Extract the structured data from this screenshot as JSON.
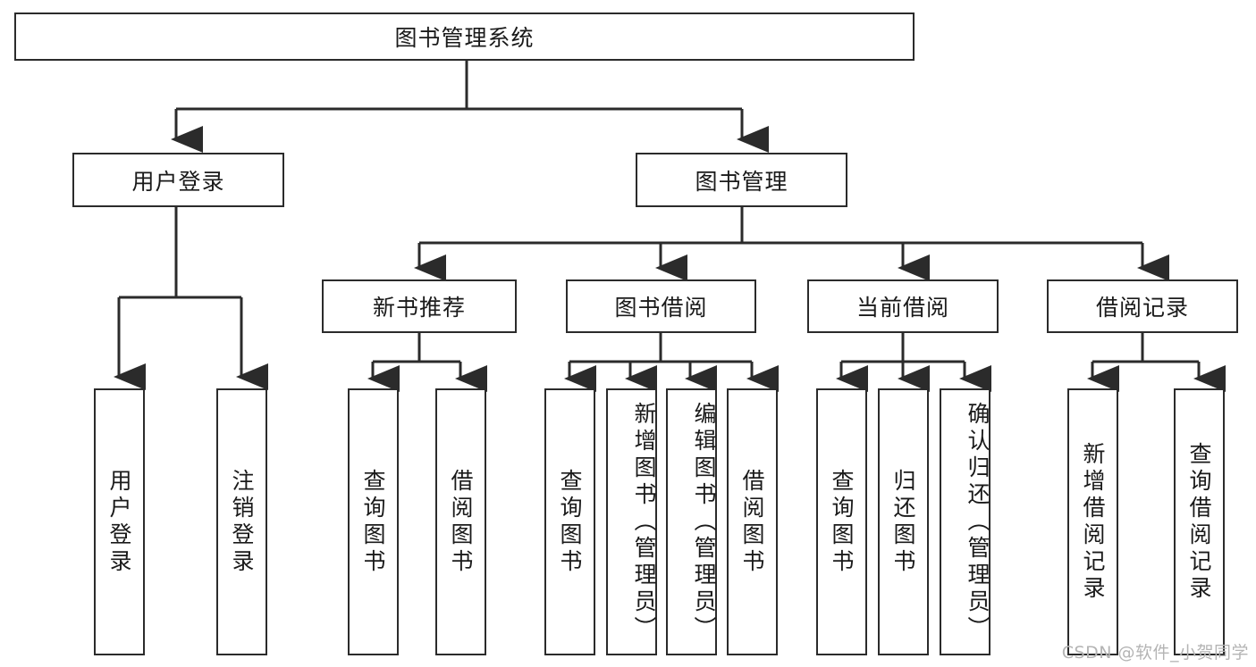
{
  "diagram": {
    "title": "图书管理系统",
    "type": "tree-hierarchy-diagram",
    "colors": {
      "stroke": "#2b2b2b",
      "fill": "#ffffff",
      "text": "#1a1a1a",
      "watermark": "#b4b4b4"
    },
    "root": {
      "label": "图书管理系统"
    },
    "level2": [
      {
        "label": "用户登录"
      },
      {
        "label": "图书管理"
      }
    ],
    "level3": [
      {
        "label": "新书推荐"
      },
      {
        "label": "图书借阅"
      },
      {
        "label": "当前借阅"
      },
      {
        "label": "借阅记录"
      }
    ],
    "leaves": {
      "user_login": [
        {
          "label": "用户登录"
        },
        {
          "label": "注销登录"
        }
      ],
      "new_book_recommend": [
        {
          "label": "查询图书"
        },
        {
          "label": "借阅图书"
        }
      ],
      "book_borrow": [
        {
          "label": "查询图书"
        },
        {
          "label": "新增图书（管理员）"
        },
        {
          "label": "编辑图书（管理员）"
        },
        {
          "label": "借阅图书"
        }
      ],
      "current_borrow": [
        {
          "label": "查询图书"
        },
        {
          "label": "归还图书"
        },
        {
          "label": "确认归还（管理员）"
        }
      ],
      "borrow_record": [
        {
          "label": "新增借阅记录"
        },
        {
          "label": "查询借阅记录"
        }
      ]
    }
  },
  "watermark": {
    "text": "CSDN @软件_小贺同学"
  }
}
